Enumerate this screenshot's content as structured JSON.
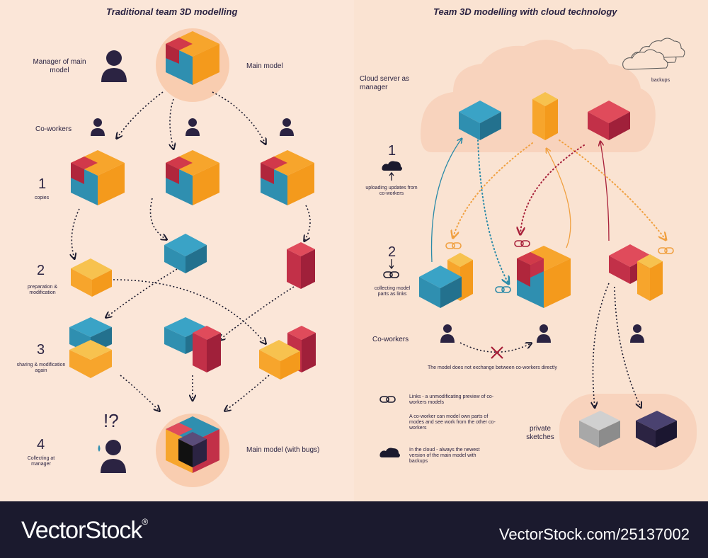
{
  "left_title": "Traditional team 3D modelling",
  "right_title": "Team 3D modelling with cloud technology",
  "left": {
    "manager_label": "Manager of main model",
    "main_model_label": "Main model",
    "coworkers_label": "Co-workers",
    "step1_num": "1",
    "step1_text": "copies",
    "step2_num": "2",
    "step2_text": "preparation & modification",
    "step3_num": "3",
    "step3_text": "sharing & modification again",
    "step4_num": "4",
    "step4_text": "Collecting at manager",
    "exclaim": "!?",
    "main_model_bugs_label": "Main model (with bugs)"
  },
  "right": {
    "cloud_server_label": "Cloud server as manager",
    "backups_label": "backups",
    "step1_num": "1",
    "step1_text": "uploading updates from co-workers",
    "step2_num": "2",
    "step2_text": "collecting model parts as links",
    "coworkers_label": "Co-workers",
    "no_exchange_text": "The model does not exchange between co-workers directly",
    "legend_links": "Links - a unmodificating preview of co-workers models",
    "legend_coworker": "A co-worker can model own parts of modes and see work from the other co-workers",
    "legend_cloud": "In the cloud - always the newest version of the main model with backups",
    "private_label": "private sketches"
  },
  "footer": {
    "brand": "VectorStock",
    "brand_mark": "®",
    "url": "VectorStock.com/25137002"
  },
  "colors": {
    "red": "#d1394a",
    "orange": "#f7a52c",
    "teal": "#2f8fb0",
    "navy": "#2b2342",
    "circle": "#f9cdb0",
    "cloud": "#f8d3bd"
  }
}
